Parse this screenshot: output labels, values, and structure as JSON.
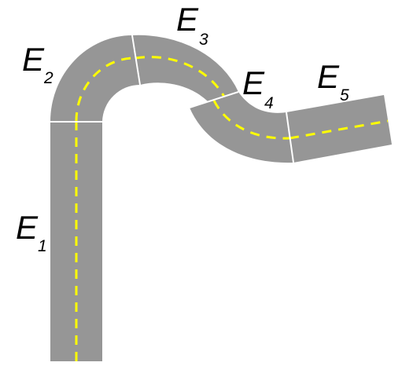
{
  "diagram": {
    "colors": {
      "road": "#969696",
      "edge_divider": "#ffffff",
      "center_line": "#ffff00",
      "label": "#000000",
      "background": "#ffffff"
    },
    "segments": [
      {
        "id": "E1",
        "letter": "E",
        "index": "1"
      },
      {
        "id": "E2",
        "letter": "E",
        "index": "2"
      },
      {
        "id": "E3",
        "letter": "E",
        "index": "3"
      },
      {
        "id": "E4",
        "letter": "E",
        "index": "4"
      },
      {
        "id": "E5",
        "letter": "E",
        "index": "5"
      }
    ]
  }
}
